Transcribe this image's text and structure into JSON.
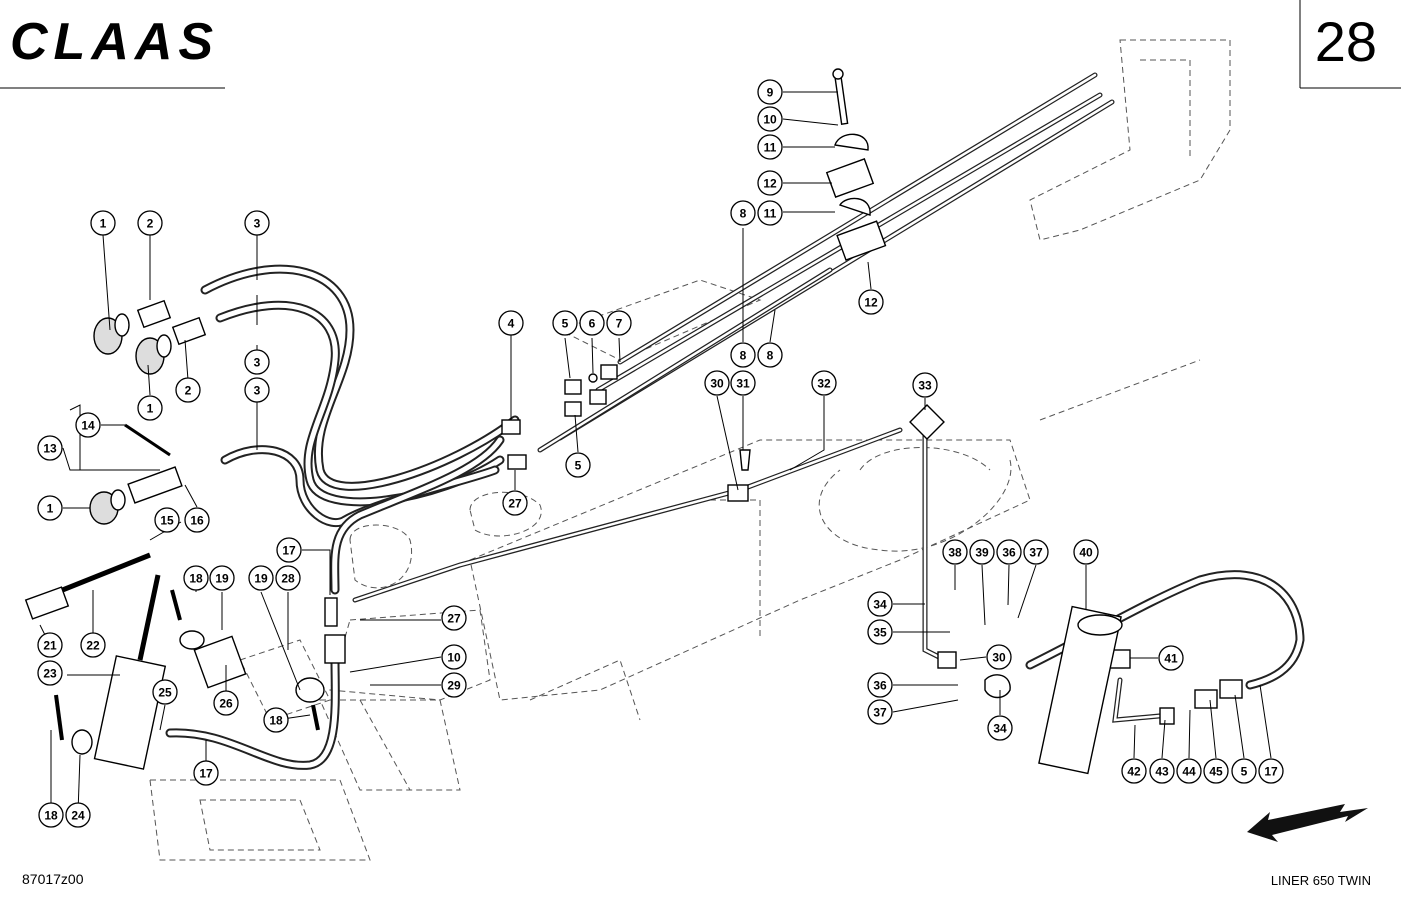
{
  "header": {
    "brand": "CLAAS",
    "page_number": "28"
  },
  "footer": {
    "drawing_id": "87017z00",
    "model": "LINER 650 TWIN"
  },
  "icons": [
    "claas-logo",
    "direction-arrow-icon"
  ],
  "callouts": [
    "1",
    "2",
    "3",
    "3",
    "3",
    "2",
    "1",
    "14",
    "13",
    "1",
    "15",
    "16",
    "4",
    "5",
    "6",
    "7",
    "5",
    "27",
    "9",
    "10",
    "11",
    "12",
    "8",
    "11",
    "8",
    "8",
    "12",
    "30",
    "31",
    "32",
    "33",
    "17",
    "21",
    "22",
    "23",
    "18",
    "19",
    "19",
    "28",
    "27",
    "10",
    "29",
    "26",
    "18",
    "25",
    "17",
    "18",
    "24",
    "38",
    "39",
    "36",
    "37",
    "34",
    "35",
    "30",
    "36",
    "37",
    "34",
    "40",
    "41",
    "42",
    "43",
    "44",
    "45",
    "5",
    "17"
  ]
}
